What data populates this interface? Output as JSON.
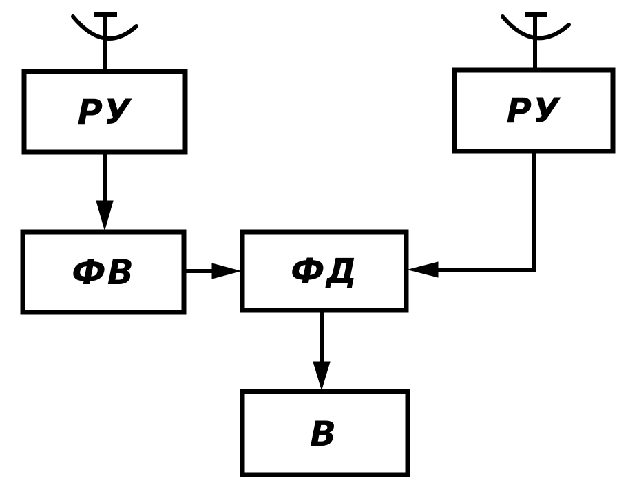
{
  "diagram": {
    "blocks": {
      "ru_left": "РУ",
      "ru_right": "РУ",
      "fv": "ФВ",
      "fd": "ФД",
      "v": "В"
    },
    "connections": [
      {
        "from": "ru_left",
        "to": "fv"
      },
      {
        "from": "fv",
        "to": "fd"
      },
      {
        "from": "ru_right",
        "to": "fd"
      },
      {
        "from": "fd",
        "to": "v"
      }
    ]
  }
}
